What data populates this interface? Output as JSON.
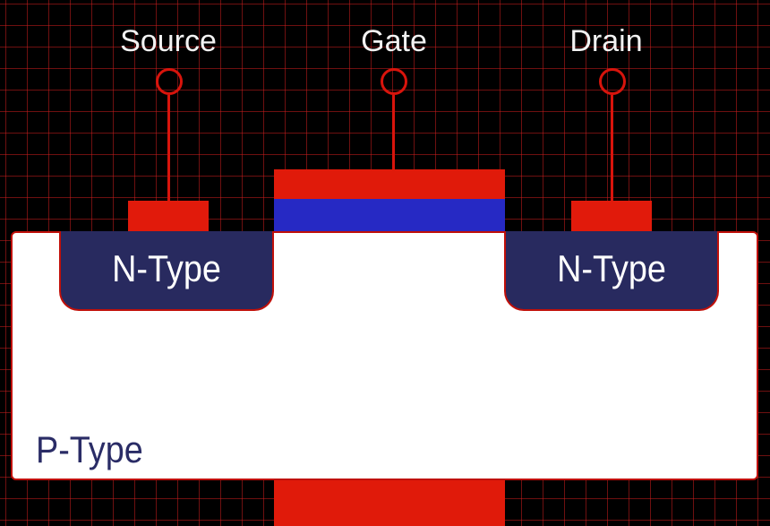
{
  "terminals": {
    "source": "Source",
    "gate": "Gate",
    "drain": "Drain"
  },
  "regions": {
    "source_region": "N-Type",
    "drain_region": "N-Type",
    "substrate": "P-Type"
  },
  "colors": {
    "background": "#000000",
    "grid_line": "#c81e1e",
    "metal": "#e01a0a",
    "oxide": "#2629c4",
    "n_type": "#282a5f",
    "p_type": "#ffffff",
    "label_text": "#f2f2f2"
  }
}
